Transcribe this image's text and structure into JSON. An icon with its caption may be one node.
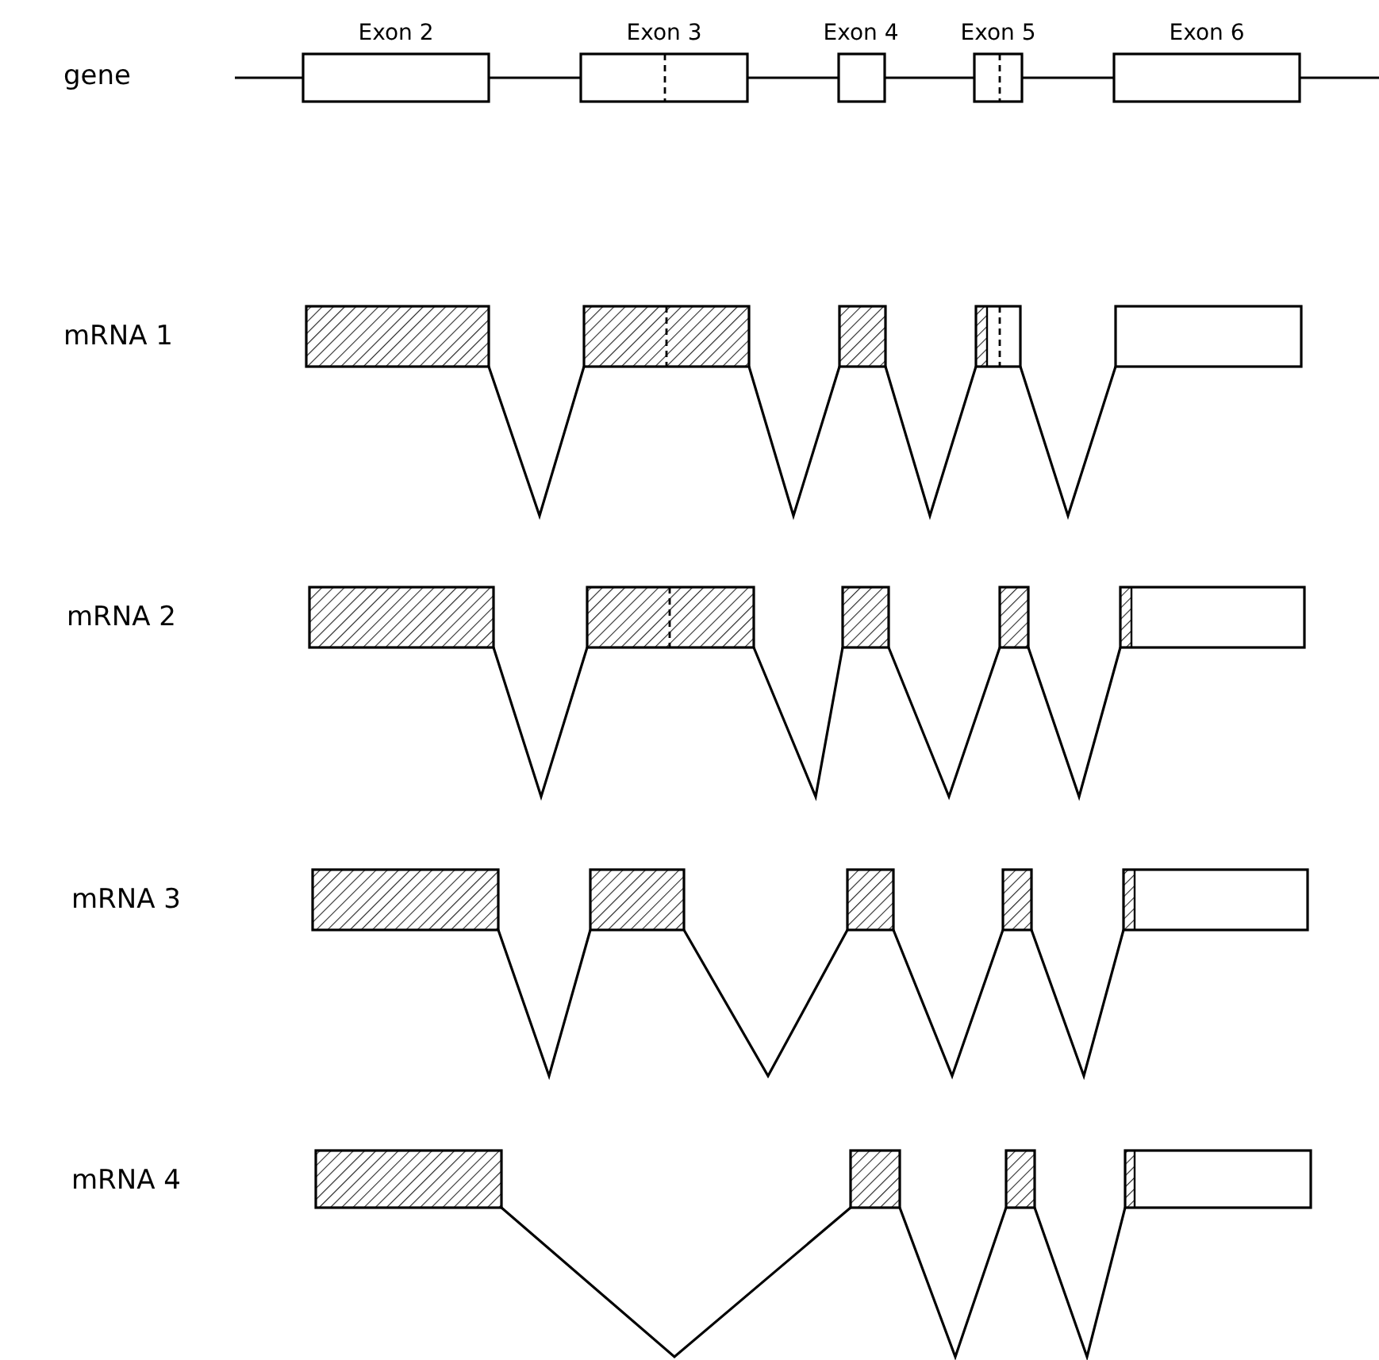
{
  "diagram": {
    "nodes": [
      {
        "text": [
          "Exon 2"
        ]
      },
      {
        "text": [
          "Exon 3"
        ]
      },
      {
        "text": [
          "Exon 4"
        ]
      },
      {
        "text": [
          "Exon 5"
        ]
      },
      {
        "text": [
          "Exon 6"
        ]
      },
      {
        "text": [],
        "shape": "box"
      },
      {
        "text": [],
        "shape": "box"
      },
      {
        "text": [],
        "shape": "box"
      },
      {
        "text": [],
        "shape": "box"
      },
      {
        "text": [],
        "shape": "box"
      },
      {
        "text": [],
        "shape": "box"
      },
      {
        "text": [],
        "shape": "box"
      },
      {
        "text": [],
        "shape": "box"
      },
      {
        "text": [],
        "shape": "box"
      },
      {
        "text": [],
        "shape": "box"
      },
      {
        "text": [],
        "shape": "box"
      },
      {
        "text": [],
        "shape": "box"
      },
      {
        "text": [],
        "shape": "box"
      },
      {
        "text": [],
        "shape": "box"
      },
      {
        "text": [],
        "shape": "box"
      },
      {
        "text": [],
        "shape": "box"
      },
      {
        "text": [],
        "shape": "box"
      },
      {
        "text": [],
        "shape": "box"
      },
      {
        "text": [],
        "shape": "box"
      }
    ],
    "edges": [
      {
        "from": null,
        "to": 0,
        "arrow": "none"
      },
      {
        "from": 0,
        "to": 1,
        "arrow": "none"
      },
      {
        "from": 1,
        "to": 2,
        "arrow": "none"
      },
      {
        "from": 2,
        "to": 3,
        "arrow": "none"
      },
      {
        "from": 3,
        "to": 4,
        "arrow": "none"
      },
      {
        "from": 4,
        "to": null,
        "arrow": "none"
      },
      {
        "from": 5,
        "to": 6,
        "arrow": "none"
      },
      {
        "from": 6,
        "to": 7,
        "arrow": "none"
      },
      {
        "from": 7,
        "to": 8,
        "arrow": "none"
      },
      {
        "from": 8,
        "to": 9,
        "arrow": "none"
      },
      {
        "from": 10,
        "to": 11,
        "arrow": "none"
      },
      {
        "from": 11,
        "to": 12,
        "arrow": "none"
      },
      {
        "from": 12,
        "to": 13,
        "arrow": "none"
      },
      {
        "from": 13,
        "to": 14,
        "arrow": "none"
      },
      {
        "from": 15,
        "to": 16,
        "arrow": "none"
      },
      {
        "from": 16,
        "to": 17,
        "arrow": "none"
      },
      {
        "from": 17,
        "to": 18,
        "arrow": "none"
      },
      {
        "from": 18,
        "to": 19,
        "arrow": "none"
      },
      {
        "from": 20,
        "to": 21,
        "arrow": "none"
      },
      {
        "from": 21,
        "to": 22,
        "arrow": "none"
      },
      {
        "from": 22,
        "to": 23,
        "arrow": "none"
      }
    ],
    "labels": [
      "gene",
      "mRNA 1",
      "mRNA 2",
      "mRNA 3",
      "mRNA 4"
    ]
  }
}
